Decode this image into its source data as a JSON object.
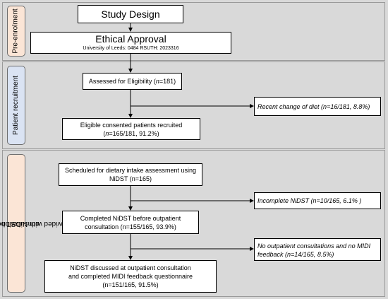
{
  "stages": [
    {
      "label": "Pre-enrolment"
    },
    {
      "label": "Patient recruitment"
    },
    {
      "label_line1": "Provided with NiDST before outpatient",
      "label_line2": "consultation"
    }
  ],
  "boxes": {
    "study_design": "Study Design",
    "ethical_approval": "Ethical Approval",
    "ethics_refs": "University of Leeds: 0484    RSUTH: 2023316",
    "assessed_pre": "Assessed for Eligibility (",
    "assessed_n": "n",
    "assessed_post": "=181)",
    "eligible_line1": "Eligible consented patients recruited",
    "eligible_pre": "(",
    "eligible_n": "n",
    "eligible_post": "=165/181, 91.2%)",
    "scheduled_line1": "Scheduled for dietary intake assessment using",
    "scheduled_line2": "NiDST (n=165)",
    "completed_line1": "Completed NiDST before outpatient",
    "completed_line2": "consultation (n=155/165, 93.9%)",
    "discussed_line1": "NiDST discussed at outpatient consultation",
    "discussed_line2": "and completed MIDI feedback questionnaire",
    "discussed_line3": "(n=151/165, 91.5%)"
  },
  "exclusions": {
    "diet_change": "Recent change of diet (n=16/181, 8.8%)",
    "incomplete": "Incomplete NiDST (n=10/165, 6.1% )",
    "no_consult_line1": "No outpatient consultations and no MIDI",
    "no_consult_line2": "feedback (n=14/165, 8.5%)"
  }
}
